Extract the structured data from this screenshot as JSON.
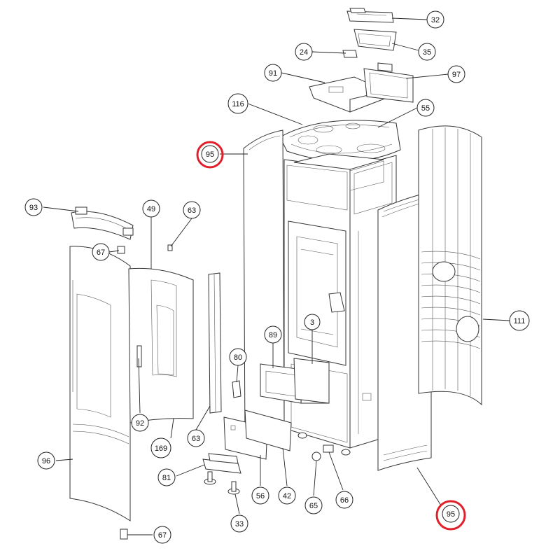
{
  "callouts": [
    {
      "key": "c32",
      "label": "32"
    },
    {
      "key": "c35",
      "label": "35"
    },
    {
      "key": "c24",
      "label": "24"
    },
    {
      "key": "c91",
      "label": "91"
    },
    {
      "key": "c97",
      "label": "97"
    },
    {
      "key": "c116",
      "label": "116"
    },
    {
      "key": "c55",
      "label": "55"
    },
    {
      "key": "c95a",
      "label": "95",
      "highlighted": true
    },
    {
      "key": "c93",
      "label": "93"
    },
    {
      "key": "c49",
      "label": "49"
    },
    {
      "key": "c63a",
      "label": "63"
    },
    {
      "key": "c67a",
      "label": "67"
    },
    {
      "key": "c111",
      "label": "111"
    },
    {
      "key": "c3",
      "label": "3"
    },
    {
      "key": "c89",
      "label": "89"
    },
    {
      "key": "c80",
      "label": "80"
    },
    {
      "key": "c92",
      "label": "92"
    },
    {
      "key": "c63b",
      "label": "63"
    },
    {
      "key": "c169",
      "label": "169"
    },
    {
      "key": "c96",
      "label": "96"
    },
    {
      "key": "c81",
      "label": "81"
    },
    {
      "key": "c56",
      "label": "56"
    },
    {
      "key": "c42",
      "label": "42"
    },
    {
      "key": "c65",
      "label": "65"
    },
    {
      "key": "c66",
      "label": "66"
    },
    {
      "key": "c33",
      "label": "33"
    },
    {
      "key": "c67b",
      "label": "67"
    },
    {
      "key": "c95b",
      "label": "95",
      "highlighted": true
    }
  ],
  "highlight_color": "#e0202a"
}
